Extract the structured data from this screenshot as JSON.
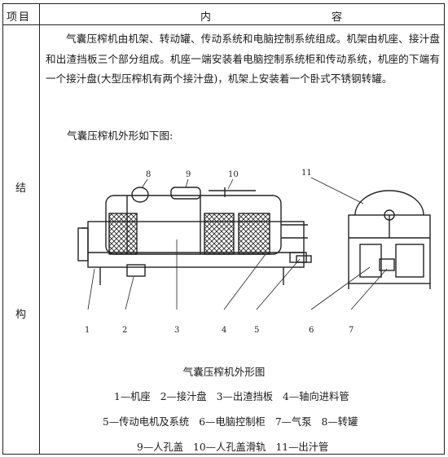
{
  "header": {
    "item": "项目",
    "content_left": "内",
    "content_right": "容"
  },
  "section": {
    "label_top": "结",
    "label_bottom": "构"
  },
  "body": {
    "paragraph": "气囊压榨机由机架、转动罐、传动系统和电脑控制系统组成。机架由机座、接汁盘和出渣挡板三个部分组成。机座一端安装着电脑控制系统柜和传动系统，机座的下端有一个接汁盘(大型压榨机有两个接汁盘)，机架上安装着一个卧式不锈钢转罐。",
    "intro": "气囊压榨机外形如下图:"
  },
  "figure": {
    "caption": "气囊压榨机外形图",
    "callouts": [
      "1",
      "2",
      "3",
      "4",
      "5",
      "6",
      "7",
      "8",
      "9",
      "10",
      "11"
    ]
  },
  "legend": {
    "row1": [
      "1—机座",
      "2—接汁盘",
      "3—出渣挡板",
      "4—轴向进料管"
    ],
    "row2": [
      "5—传动电机及系统",
      "6—电脑控制柜",
      "7—气泵",
      "8—转罐"
    ],
    "row3": [
      "9—人孔盖",
      "10—人孔盖滑轨",
      "11—出汁管"
    ]
  }
}
